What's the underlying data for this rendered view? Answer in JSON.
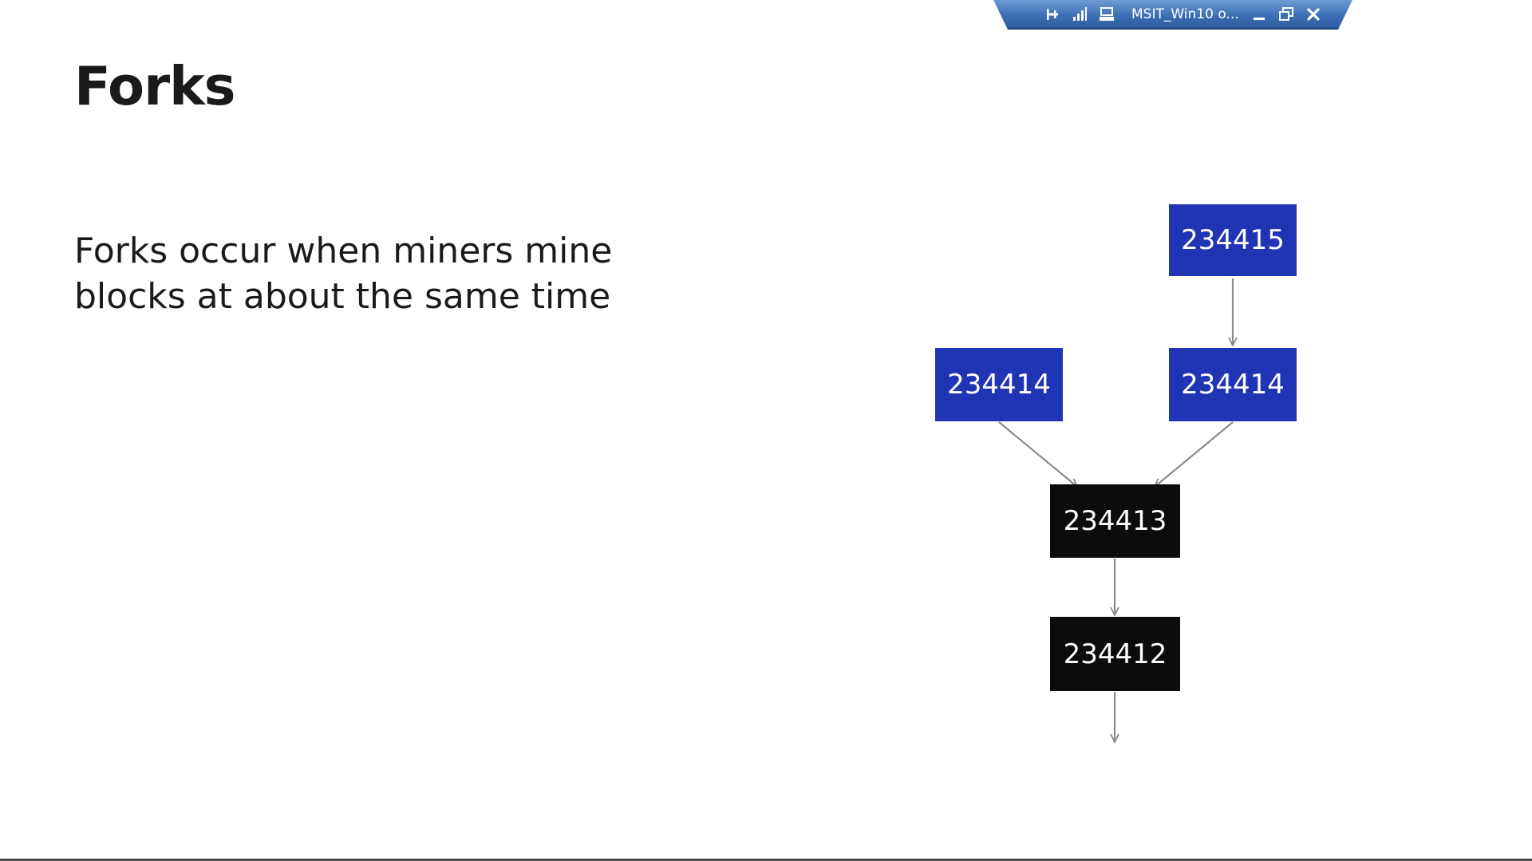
{
  "slide": {
    "title": "Forks",
    "body_lines": [
      "Forks occur when miners mine",
      "blocks at about the same time"
    ]
  },
  "connection_bar": {
    "title": "MSIT_Win10 o...",
    "icons": [
      "pin-icon",
      "signal-icon",
      "computer-icon",
      "minimize-icon",
      "restore-icon",
      "close-icon"
    ],
    "colors": {
      "bar": "#3d6fb6",
      "text": "#ffffff"
    }
  },
  "diagram": {
    "blocks": [
      {
        "id": "top",
        "label": "234415",
        "color": "#2035b5"
      },
      {
        "id": "fork-left",
        "label": "234414",
        "color": "#2035b5"
      },
      {
        "id": "fork-right",
        "label": "234414",
        "color": "#2035b5"
      },
      {
        "id": "mid",
        "label": "234413",
        "color": "#0c0c0c"
      },
      {
        "id": "base",
        "label": "234412",
        "color": "#0c0c0c"
      }
    ],
    "arrow_color": "#8a8a8a"
  }
}
